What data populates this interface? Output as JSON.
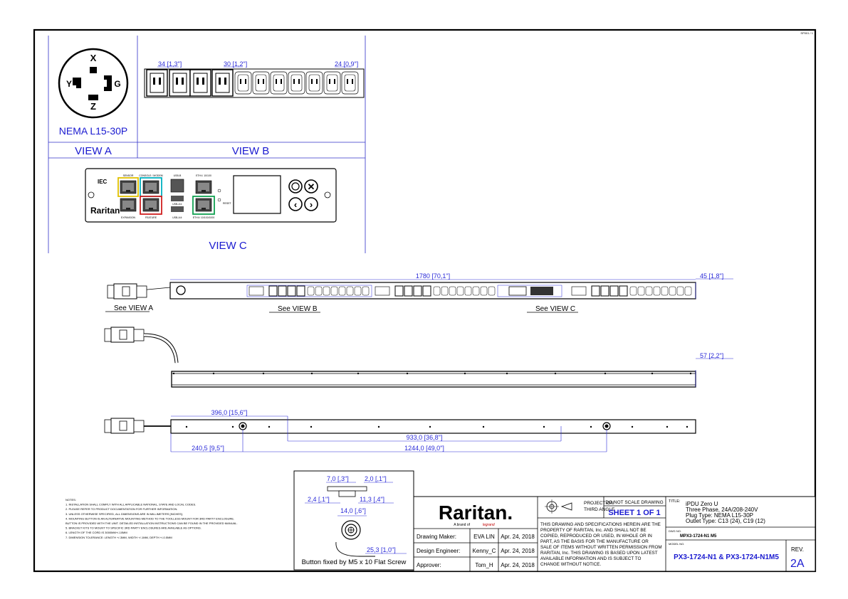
{
  "sheet_id": "SP001 / 1",
  "view_a": {
    "plug_name": "NEMA L15-30P",
    "pins": {
      "x": "X",
      "y": "Y",
      "g": "G",
      "z": "Z"
    },
    "label": "VIEW A"
  },
  "view_b": {
    "label": "VIEW B",
    "dim_1": "34 [1,3\"]",
    "dim_2": "30 [1,2\"]",
    "dim_3": "24 [0,9\"]"
  },
  "view_c": {
    "label": "VIEW C",
    "ports": {
      "sensor": "SENSOR",
      "console": "CONSOLE / MODEM",
      "usb_b": "USB-B",
      "eth": "ETH① 10/100",
      "expansion": "EXPANSION",
      "feature": "FEATURE",
      "usb_a1": "USB-A①",
      "usb_a2": "USB-A②",
      "eth2": "ETH② 10/100/1000",
      "reset": "RESET"
    },
    "brand": "Raritan",
    "brand_small": "IEC"
  },
  "front_view": {
    "length": "1780 [70,1\"]",
    "width": "45 [1,8\"]",
    "see_a": "See VIEW A",
    "see_b": "See VIEW B",
    "see_c": "See VIEW C"
  },
  "side_view": {
    "depth": "57 [2,2\"]"
  },
  "back_view": {
    "dim_396": "396,0 [15,6\"]",
    "dim_933": "933,0 [36,8\"]",
    "dim_240": "240,5 [9,5\"]",
    "dim_1244": "1244,0 [49,0\"]"
  },
  "button_detail": {
    "d1": "7,0 [,3\"]",
    "d2": "2,0 [,1\"]",
    "d3": "2,4 [,1\"]",
    "d4": "11,3 [,4\"]",
    "d5": "14,0 [,6\"]",
    "d6": "25,3 [1,0\"]",
    "caption": "Button fixed by M5 x 10 Flat Screw"
  },
  "notes": [
    "NOTES:",
    "1. INSTALLATION SHALL COMPLY WITH ALL APPLICABLE NATIONAL, STATE AND LOCAL CODES.",
    "2. PLEASE REFER TO PRODUCT DOCUMENTATION FOR FURTHER INFORMATION.",
    "3. UNLESS OTHERWISE SPECIFIED, ALL DIMENSIONS ARE IN MILLIMETERS [INCHES].",
    "4. MOUNTING BUTTON IS AN ALTERNATIVE MOUNTING METHOD TO THE TOOLLESS MOUNT FOR 3RD PARTY ENCLOSURE.",
    "   BUTTON IS PROVIDED WITH THE UNIT. DETAILED INSTALLATION INSTRUCTIONS CAN BE FOUND IN THE PROVIDED MANUAL.",
    "5. BRACKET KITS TO MOUNT TO SPECIFIC 3RD PARTY ENCLOSURES ARE AVAILABLE AS OPTIONS.",
    "6. LENGTH OF THE CORD IS 3000MM+/-10MM",
    "7. DIMENSION TOLERANCE: LENGTH +/-3MM, WIDTH +/-1MM, DEPTH +/-0.5MM"
  ],
  "title_block": {
    "logo": "Raritan.",
    "logo_sub": "A brand of",
    "logo_brand": "legrand",
    "rows": [
      {
        "role": "Drawing Maker:",
        "name": "EVA LIN",
        "date": "Apr. 24, 2018"
      },
      {
        "role": "Design Engineer:",
        "name": "Kenny_C",
        "date": "Apr. 24, 2018"
      },
      {
        "role": "Approver:",
        "name": "Tom_H",
        "date": "Apr. 24, 2018"
      }
    ],
    "projection": "PROJECTION",
    "third_angle": "THIRD ANGLE",
    "do_not_scale": "DO NOT SCALE DRAWING",
    "sheet": "SHEET 1 OF 1",
    "disclaimer": [
      "THIS DRAWING AND SPECIFICATIONS HEREIN ARE THE",
      "PROPERTY OF RARITAN, Inc. AND SHALL NOT BE",
      "COPIED, REPRODUCED OR USED, IN WHOLE OR IN",
      "PART, AS THE BASIS FOR THE MANUFACTURE OR",
      "SALE OF ITEMS WITHOUT WRITTEN PERMISSION FROM",
      "RARITAN, Inc. THIS DRAWING IS BASED UPON LATEST",
      "AVAILABLE INFORMATION AND IS SUBJECT TO",
      "CHANGE WITHOUT NOTICE."
    ],
    "title_label": "TITLE:",
    "title_lines": [
      "iPDU Zero U",
      "Three Phase, 24A/208-240V",
      "Plug Type: NEMA L15-30P",
      "Outlet Type: C13 (24), C19 (12)"
    ],
    "dwg_label": "DWG NO.",
    "dwg_no": "MPX3-1724-N1 M5",
    "model_label": "MODEL NO.",
    "model_no": "PX3-1724-N1 & PX3-1724-N1M5",
    "rev_label": "REV.",
    "rev": "2A"
  }
}
